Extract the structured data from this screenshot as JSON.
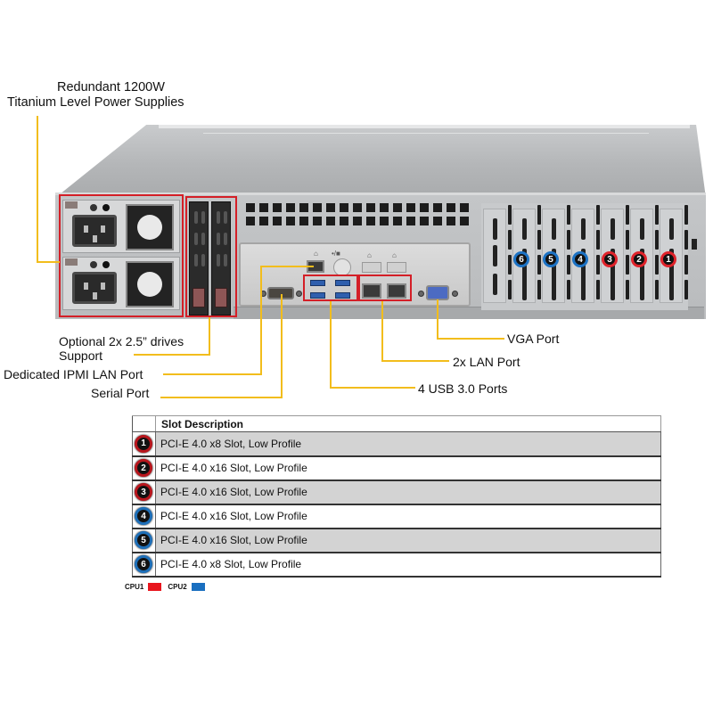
{
  "callouts": {
    "power_supplies": [
      "Redundant  1200W",
      "Titanium  Level Power Supplies"
    ],
    "drives": [
      "Optional 2x 2.5” drives",
      "Support"
    ],
    "ipmi": "Dedicated IPMI  LAN Port",
    "serial": "Serial Port",
    "usb": "4 USB 3.0 Ports",
    "lan": "2x LAN Port",
    "vga": "VGA Port"
  },
  "chassis": {
    "pcie_slots_left_to_right": [
      {
        "number": "6",
        "cpu": "cpu2"
      },
      {
        "number": "5",
        "cpu": "cpu2"
      },
      {
        "number": "4",
        "cpu": "cpu2"
      },
      {
        "number": "3",
        "cpu": "cpu1"
      },
      {
        "number": "2",
        "cpu": "cpu1"
      },
      {
        "number": "1",
        "cpu": "cpu1"
      }
    ],
    "io_icons": {
      "ipmi_icon_text": "⌂",
      "lan_icon_text": "⌂",
      "audio_icon_text": "•/■"
    }
  },
  "table": {
    "header": "Slot Description",
    "rows": [
      {
        "number": "1",
        "cpu": "cpu1",
        "description": "PCI-E 4.0 x8 Slot, Low Profile"
      },
      {
        "number": "2",
        "cpu": "cpu1",
        "description": "PCI-E 4.0 x16 Slot, Low Profile"
      },
      {
        "number": "3",
        "cpu": "cpu1",
        "description": "PCI-E 4.0 x16 Slot, Low Profile"
      },
      {
        "number": "4",
        "cpu": "cpu2",
        "description": "PCI-E 4.0 x16 Slot, Low Profile"
      },
      {
        "number": "5",
        "cpu": "cpu2",
        "description": "PCI-E 4.0 x16 Slot, Low Profile"
      },
      {
        "number": "6",
        "cpu": "cpu2",
        "description": "PCI-E 4.0 x8 Slot, Low Profile"
      }
    ]
  },
  "legend": {
    "cpu1_label": "CPU1",
    "cpu2_label": "CPU2",
    "cpu1_color": "#e8151d",
    "cpu2_color": "#1a6fc0"
  },
  "colors": {
    "highlight": "#d41f27",
    "callout_line": "#f2bd1c"
  }
}
